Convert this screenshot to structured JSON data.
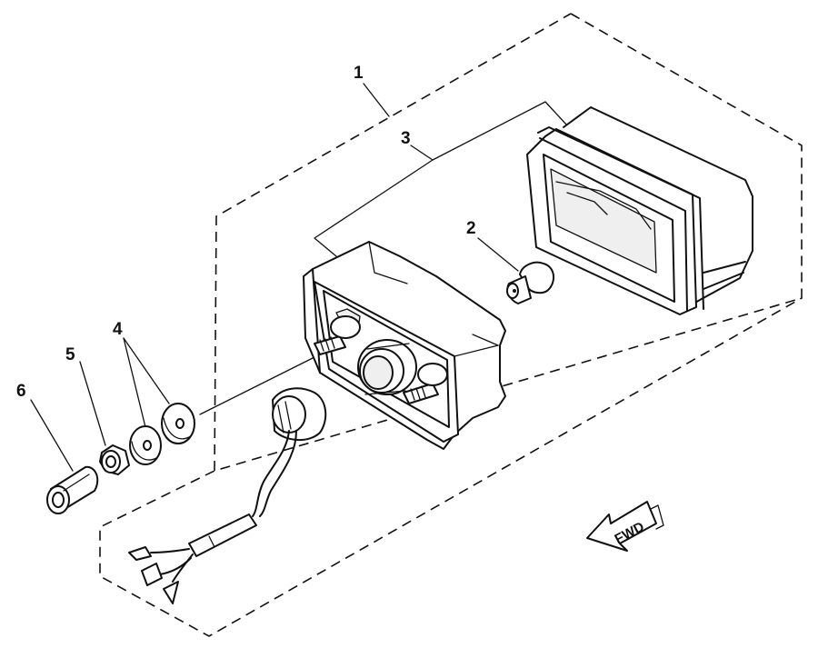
{
  "callouts": {
    "c1": "1",
    "c2": "2",
    "c3": "3",
    "c4": "4",
    "c5": "5",
    "c6": "6"
  },
  "direction_label": "FWD"
}
